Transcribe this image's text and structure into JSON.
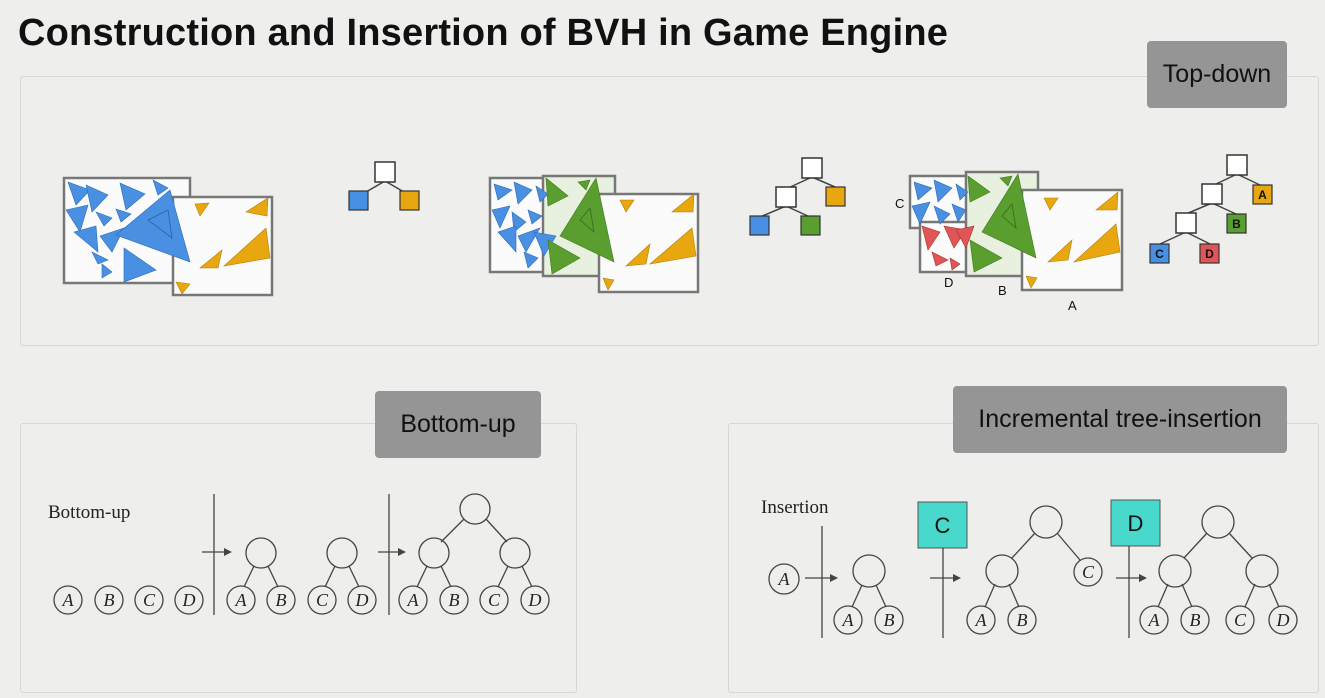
{
  "title": "Construction and Insertion of BVH in Game Engine",
  "sections": {
    "top_down": {
      "label": "Top-down",
      "step3_labels": {
        "c": "C",
        "d": "D",
        "b": "B",
        "a": "A"
      },
      "tree3_labels": {
        "a": "A",
        "b": "B",
        "c": "C",
        "d": "D"
      }
    },
    "bottom_up": {
      "label": "Bottom-up",
      "caption": "Bottom-up",
      "leaves": [
        "A",
        "B",
        "C",
        "D"
      ]
    },
    "incremental": {
      "label": "Incremental tree-insertion",
      "caption": "Insertion",
      "insert_c": "C",
      "insert_d": "D",
      "nodes": {
        "a": "A",
        "b": "B",
        "c": "C",
        "d": "D"
      }
    }
  },
  "colors": {
    "blue": "#4a90e2",
    "yellow": "#e8a60f",
    "green": "#5a9e2f",
    "red": "#e05555",
    "teal": "#48d8cc",
    "tag_gray": "#959595"
  }
}
